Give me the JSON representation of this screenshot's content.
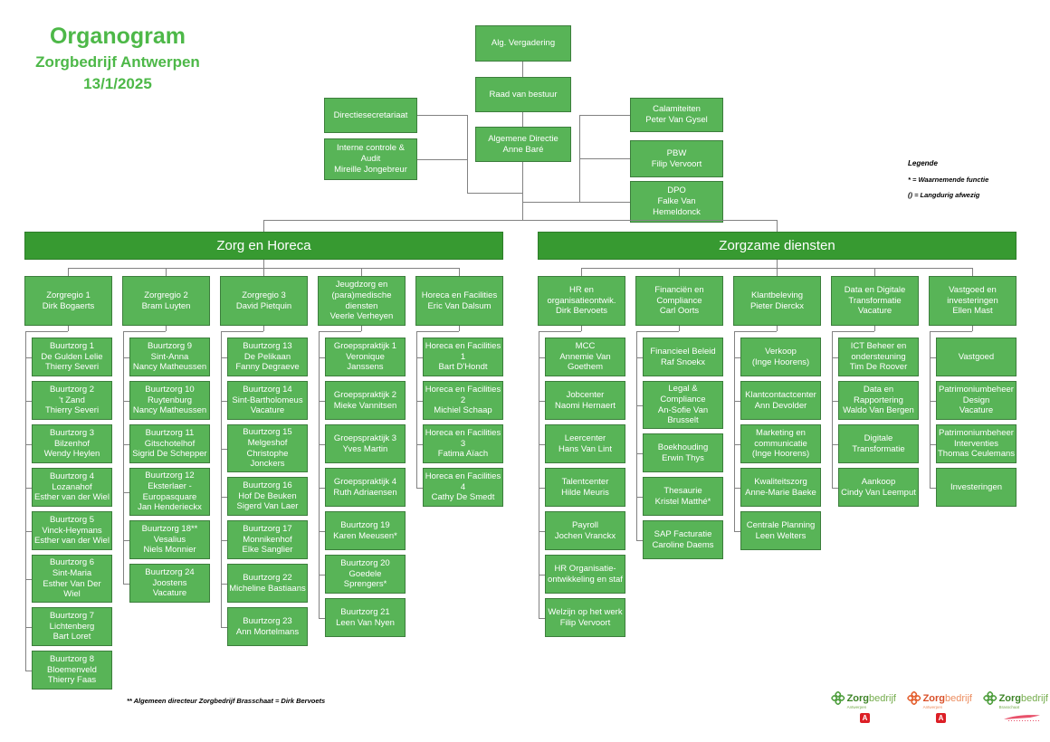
{
  "title": {
    "line1": "Organogram",
    "line2": "Zorgbedrijf Antwerpen",
    "line3": "13/1/2025"
  },
  "legend": {
    "title": "Legende",
    "items": [
      "* =  Waarnemende functie",
      "() = Langdurig afwezig"
    ]
  },
  "top_boxes": {
    "alg_vergadering": {
      "lines": [
        "Alg. Vergadering"
      ]
    },
    "raad_van_bestuur": {
      "lines": [
        "Raad van bestuur"
      ]
    },
    "algemene_directie": {
      "lines": [
        "Algemene Directie",
        "Anne Baré"
      ]
    },
    "directiesecretariaat": {
      "lines": [
        "Directiesecretariaat"
      ]
    },
    "interne_controle": {
      "lines": [
        "Interne controle &",
        "Audit",
        "Mireille Jongebreur"
      ]
    },
    "calamiteiten": {
      "lines": [
        "Calamiteiten",
        "Peter Van Gysel"
      ]
    },
    "pbw": {
      "lines": [
        "PBW",
        "Filip Vervoort"
      ]
    },
    "dpo": {
      "lines": [
        "DPO",
        "Falke Van",
        "Hemeldonck"
      ]
    }
  },
  "branches": [
    {
      "label": "Zorg en Horeca",
      "columns": [
        {
          "head": [
            "Zorgregio 1",
            "Dirk Bogaerts"
          ],
          "children": [
            [
              "Buurtzorg 1",
              "De Gulden Lelie",
              "Thierry Severi"
            ],
            [
              "Buurtzorg 2",
              "'t Zand",
              "Thierry Severi"
            ],
            [
              "Buurtzorg 3",
              "Bilzenhof",
              "Wendy Heylen"
            ],
            [
              "Buurtzorg 4",
              "Lozanahof",
              "Esther van der Wiel"
            ],
            [
              "Buurtzorg 5",
              "Vinck-Heymans",
              "Esther van der Wiel"
            ],
            [
              "Buurtzorg 6",
              "Sint-Maria",
              "Esther Van Der Wiel"
            ],
            [
              "Buurtzorg 7",
              "Lichtenberg",
              "Bart Loret"
            ],
            [
              "Buurtzorg 8",
              "Bloemenveld",
              "Thierry Faas"
            ]
          ]
        },
        {
          "head": [
            "Zorgregio 2",
            "Bram Luyten"
          ],
          "children": [
            [
              "Buurtzorg 9",
              "Sint-Anna",
              "Nancy Matheussen"
            ],
            [
              "Buurtzorg 10",
              "Ruytenburg",
              "Nancy Matheussen"
            ],
            [
              "Buurtzorg 11",
              "Gitschotelhof",
              "Sigrid De Schepper"
            ],
            [
              "Buurtzorg 12",
              "Eksterlaer -",
              "Europasquare",
              "Jan Henderieckx"
            ],
            [
              "Buurtzorg 18**",
              "Vesalius",
              "Niels Monnier"
            ],
            [
              "Buurtzorg 24",
              "Joostens",
              "Vacature"
            ]
          ]
        },
        {
          "head": [
            "Zorgregio 3",
            "David Pietquin"
          ],
          "children": [
            [
              "Buurtzorg 13",
              "De Pelikaan",
              "Fanny Degraeve"
            ],
            [
              "Buurtzorg 14",
              "Sint-Bartholomeus",
              "Vacature"
            ],
            [
              "Buurtzorg 15",
              "Melgeshof",
              "Christophe Jonckers"
            ],
            [
              "Buurtzorg 16",
              "Hof De Beuken",
              "Sigerd Van Laer"
            ],
            [
              "Buurtzorg 17",
              "Monnikenhof",
              "Elke Sanglier"
            ],
            [
              "Buurtzorg 22",
              "Micheline Bastiaans"
            ],
            [
              "Buurtzorg 23",
              "Ann Mortelmans"
            ]
          ]
        },
        {
          "head": [
            "Jeugdzorg en",
            "(para)medische",
            "diensten",
            "Veerle Verheyen"
          ],
          "children": [
            [
              "Groepspraktijk 1",
              "Veronique Janssens"
            ],
            [
              "Groepspraktijk 2",
              "Mieke Vannitsen"
            ],
            [
              "Groepspraktijk 3",
              "Yves Martin"
            ],
            [
              "Groepspraktijk 4",
              "Ruth Adriaensen"
            ],
            [
              "Buurtzorg 19",
              "Karen Meeusen*"
            ],
            [
              "Buurtzorg 20",
              "Goedele",
              "Sprengers*"
            ],
            [
              "Buurtzorg 21",
              "Leen Van Nyen"
            ]
          ]
        },
        {
          "head": [
            "Horeca en Facilities",
            "Eric Van Dalsum"
          ],
          "children": [
            [
              "Horeca en Facilities",
              "1",
              "Bart D'Hondt"
            ],
            [
              "Horeca en Facilities",
              "2",
              "Michiel Schaap"
            ],
            [
              "Horeca en Facilities",
              "3",
              "Fatima Aïach"
            ],
            [
              "Horeca en Facilities",
              "4",
              "Cathy De Smedt"
            ]
          ]
        }
      ]
    },
    {
      "label": "Zorgzame diensten",
      "columns": [
        {
          "head": [
            "HR en",
            "organisatieontwik.",
            "Dirk Bervoets"
          ],
          "children": [
            [
              "MCC",
              "Annemie Van",
              "Goethem"
            ],
            [
              "Jobcenter",
              "Naomi Hernaert"
            ],
            [
              "Leercenter",
              "Hans Van Lint"
            ],
            [
              "Talentcenter",
              "Hilde Meuris"
            ],
            [
              "Payroll",
              "Jochen Vranckx"
            ],
            [
              "HR Organisatie-",
              "ontwikkeling en staf"
            ],
            [
              "Welzijn op het werk",
              "Filip Vervoort"
            ]
          ]
        },
        {
          "head": [
            "Financiën en",
            "Compliance",
            "Carl Oorts"
          ],
          "children": [
            [
              "Financieel Beleid",
              "Raf Snoekx"
            ],
            [
              "Legal & Compliance",
              "An-Sofie Van Brusselt"
            ],
            [
              "Boekhouding",
              "Erwin Thys"
            ],
            [
              "Thesaurie",
              "Kristel Matthé*"
            ],
            [
              "SAP Facturatie",
              "Caroline Daems"
            ]
          ]
        },
        {
          "head": [
            "Klantbeleving",
            "Pieter Dierckx"
          ],
          "children": [
            [
              "Verkoop",
              "(Inge Hoorens)"
            ],
            [
              "Klantcontactcenter",
              "Ann Devolder"
            ],
            [
              "Marketing en",
              "communicatie",
              "(Inge Hoorens)"
            ],
            [
              "Kwaliteitszorg",
              "Anne-Marie Baeke"
            ],
            [
              "Centrale Planning",
              "Leen Welters"
            ]
          ]
        },
        {
          "head": [
            "Data en Digitale",
            "Transformatie",
            "Vacature"
          ],
          "children": [
            [
              "ICT Beheer en",
              "ondersteuning",
              "Tim De Roover"
            ],
            [
              "Data en Rapportering",
              "Waldo Van Bergen"
            ],
            [
              "Digitale",
              "Transformatie"
            ],
            [
              "Aankoop",
              "Cindy Van Leemput"
            ]
          ]
        },
        {
          "head": [
            "Vastgoed en",
            "investeringen",
            "Ellen Mast"
          ],
          "children": [
            [
              "Vastgoed"
            ],
            [
              "Patrimoniumbeheer",
              "Design",
              "Vacature"
            ],
            [
              "Patrimoniumbeheer",
              "Interventies",
              "Thomas Ceulemans"
            ],
            [
              "Investeringen"
            ]
          ]
        }
      ]
    }
  ],
  "footnote": "** Algemeen directeur Zorgbedrijf Brasschaat = Dirk Bervoets",
  "logos": [
    {
      "bold": "Zorg",
      "light": "bedrijf",
      "sub": "Antwerpen",
      "clover": "#4E9E3D",
      "bold_color": "#3E8428",
      "light_color": "#74AC4C",
      "badge": "A"
    },
    {
      "bold": "Zorg",
      "light": "bedrijf",
      "sub": "Antwerpen",
      "clover": "#E4602F",
      "bold_color": "#D94F28",
      "light_color": "#EC8C5E",
      "badge": "A"
    },
    {
      "bold": "Zorg",
      "light": "bedrijf",
      "sub": "Brasschaat",
      "clover": "#4E9E3D",
      "bold_color": "#3E8428",
      "light_color": "#74AC4C",
      "badge": "swoosh"
    }
  ],
  "colors": {
    "box_fill": "#58B457",
    "box_border": "#3C7E3C",
    "bar_fill": "#379A31",
    "title_green": "#4DB848",
    "line_gray": "#828282",
    "badge_red": "#DC1F26"
  }
}
